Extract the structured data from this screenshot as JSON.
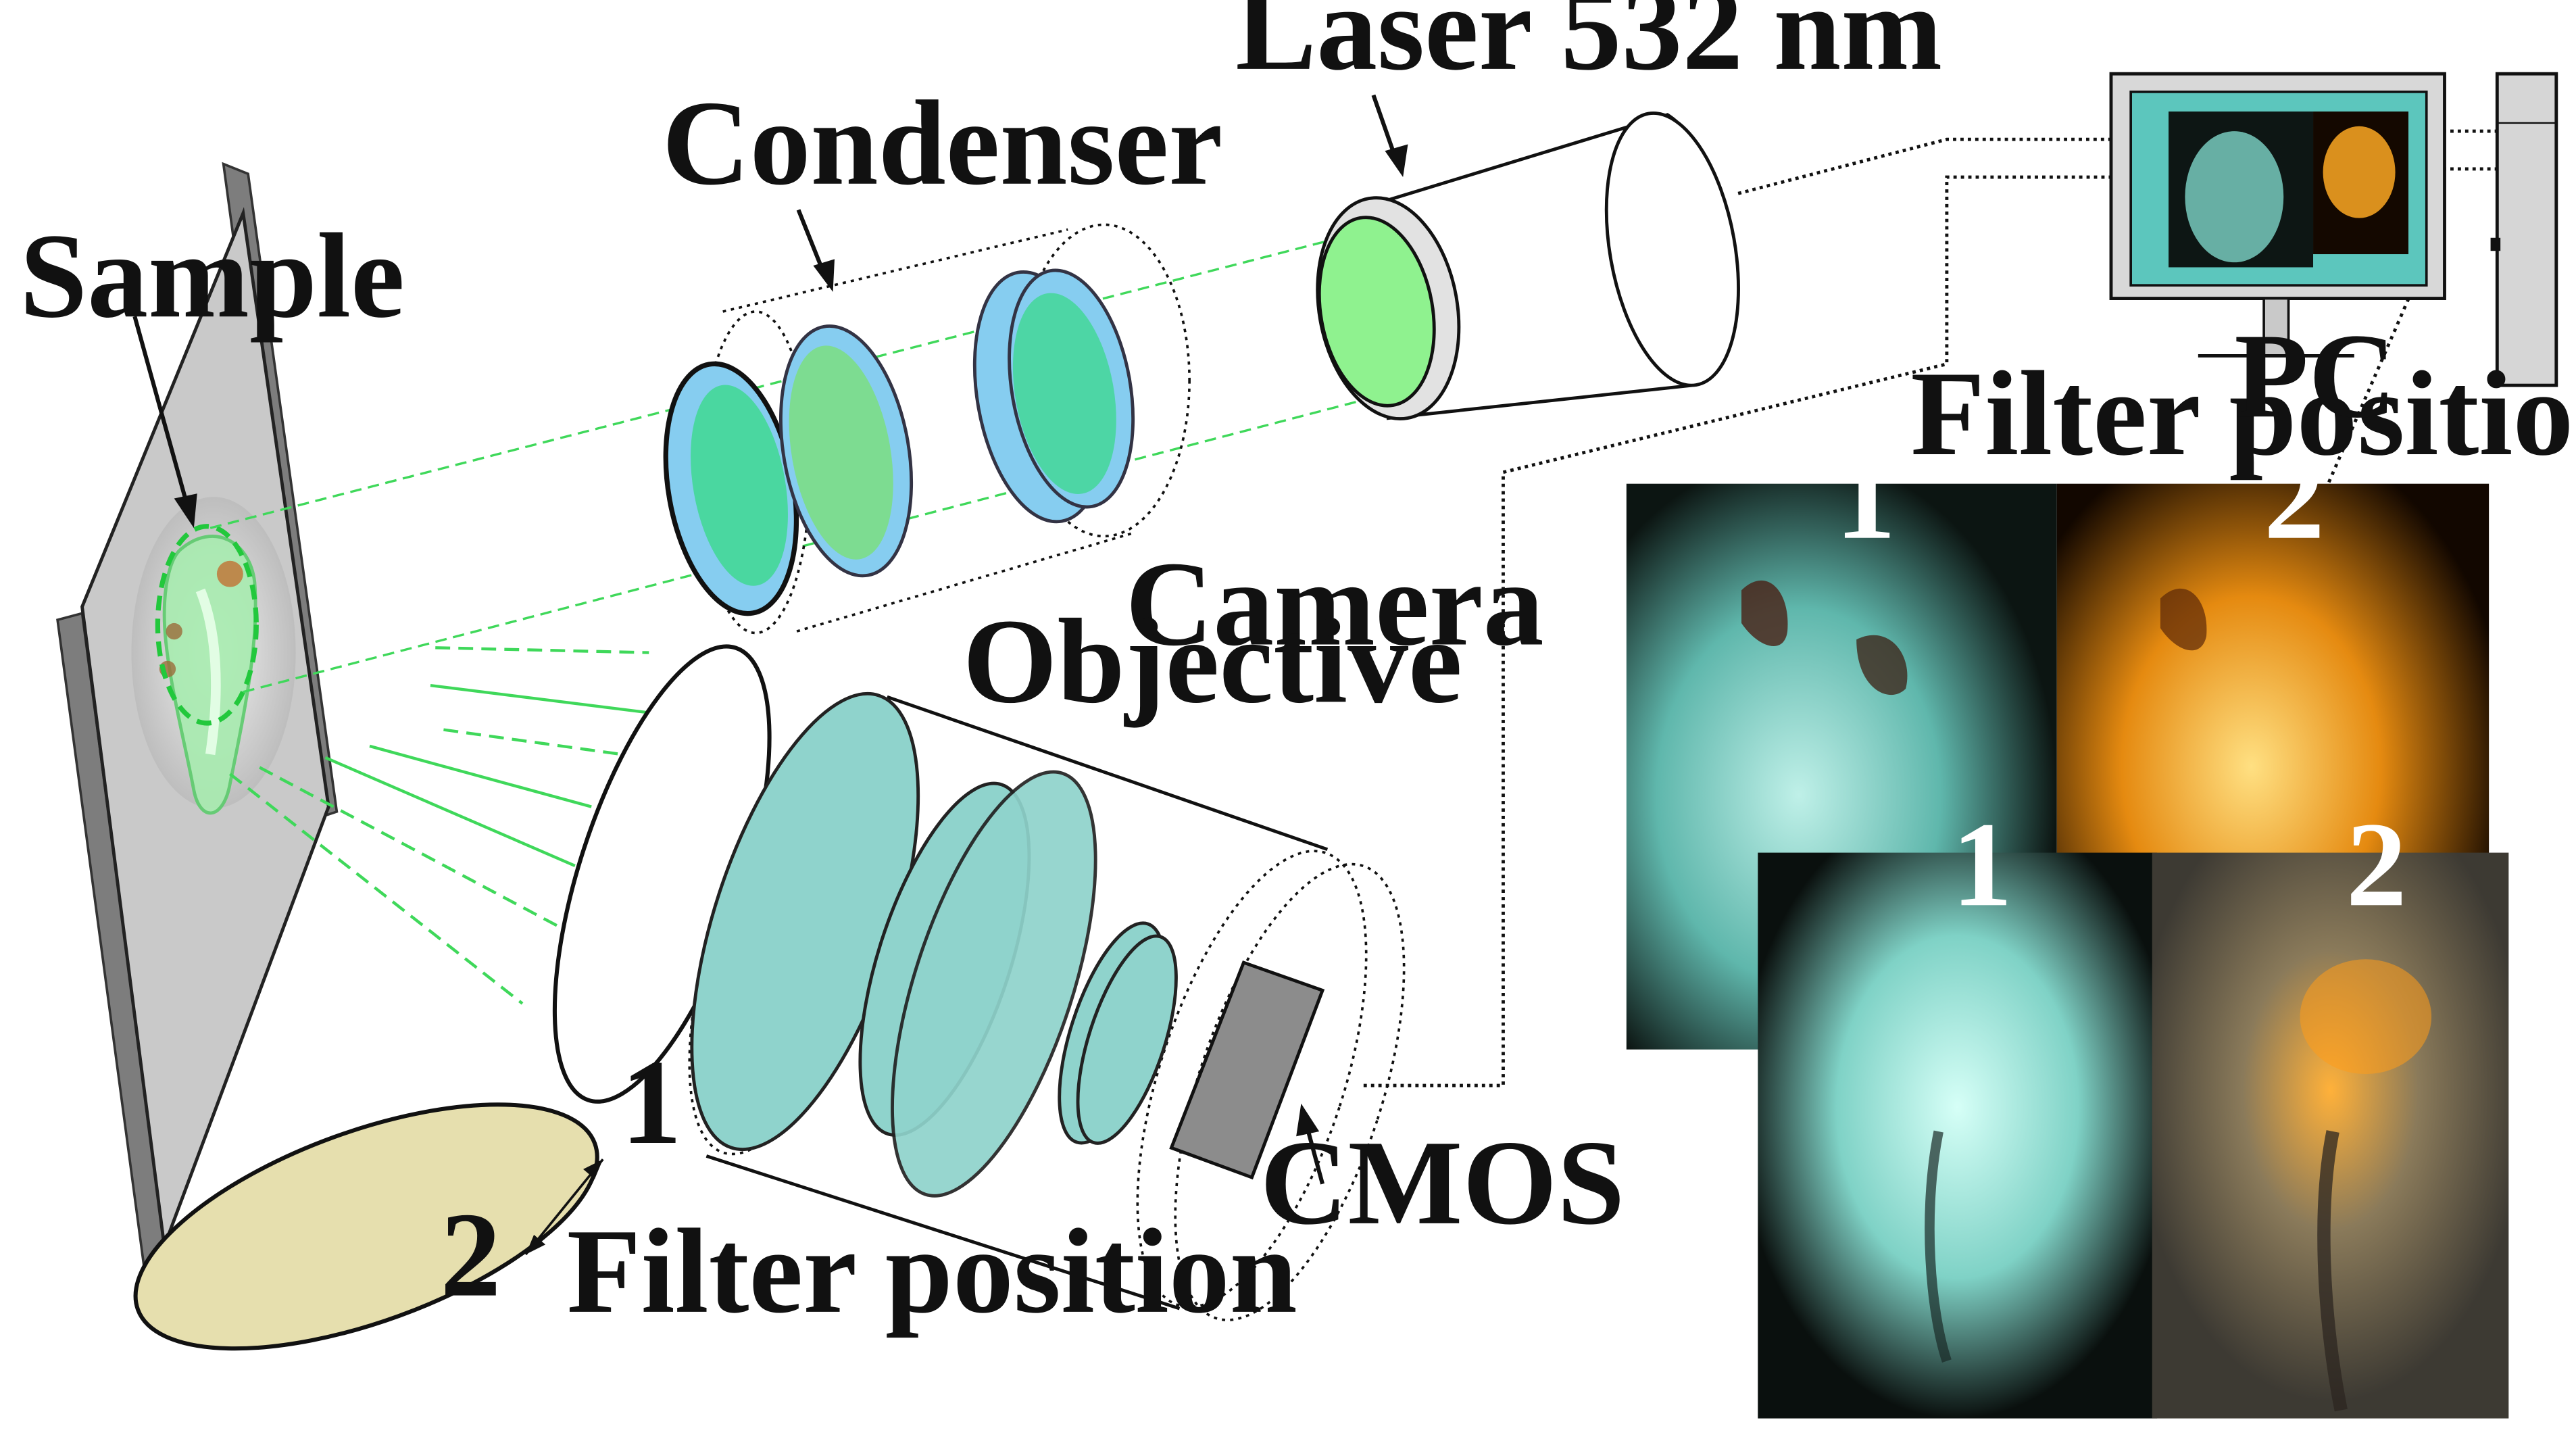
{
  "labels": {
    "sample": "Sample",
    "condenser": "Condenser",
    "laser": "Laser 532 nm",
    "camera": "Camera",
    "objective": "Objective",
    "cmos": "CMOS",
    "filter_position_bottom": "Filter position",
    "filter_position_photos": "Filter position",
    "pc": "PC"
  },
  "filter_markers": {
    "pos1": "1",
    "pos2": "2"
  },
  "photo_labels": {
    "top_left": "1",
    "top_right": "2",
    "bottom_left": "1",
    "bottom_right": "2"
  },
  "colors": {
    "laser_green": "#3fd85a",
    "lens_blue": "#86cdf0",
    "lens_teal": "#8fd3cc",
    "filter_yellow": "#e6dfae",
    "monitor_screen": "#5cc6bd",
    "sample_plate": "#c9c9c9",
    "cmos_gray": "#8c8c8c"
  }
}
